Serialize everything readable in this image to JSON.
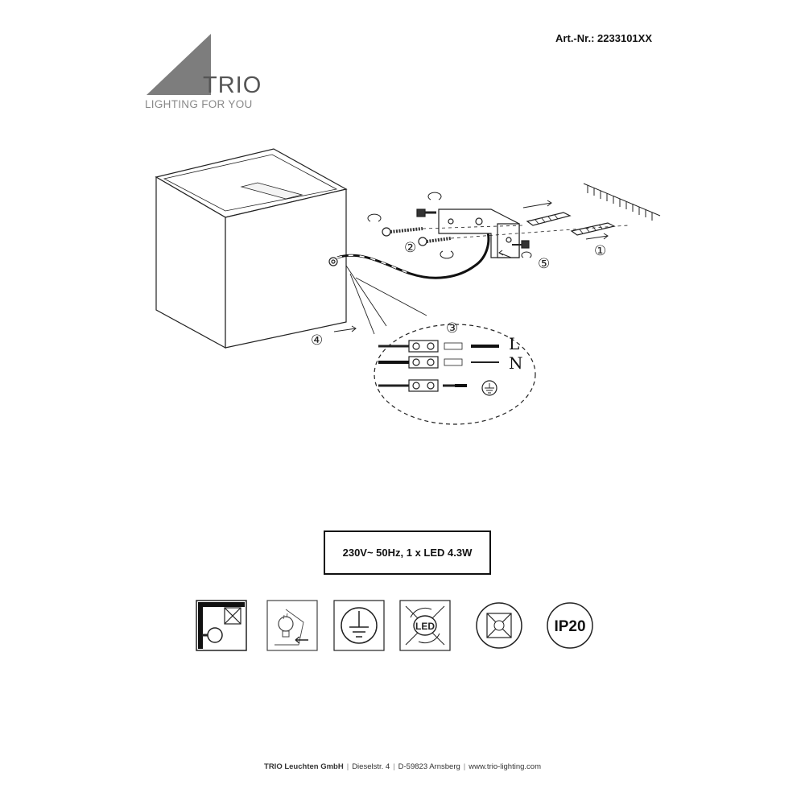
{
  "header": {
    "brand": "TRIO",
    "tagline": "LIGHTING FOR YOU",
    "article_number": "Art.-Nr.: 2233101XX"
  },
  "diagram": {
    "step_labels": [
      "①",
      "②",
      "③",
      "④",
      "⑤"
    ],
    "terminal_labels": {
      "live": "L",
      "neutral": "N"
    }
  },
  "spec": {
    "text": "230V~ 50Hz, 1 x LED 4.3W"
  },
  "symbols": {
    "led_label": "LED",
    "ip_rating": "IP20"
  },
  "footer": {
    "company": "TRIO Leuchten GmbH",
    "street": "Dieselstr. 4",
    "city": "D-59823 Arnsberg",
    "website": "www.trio-lighting.com"
  }
}
